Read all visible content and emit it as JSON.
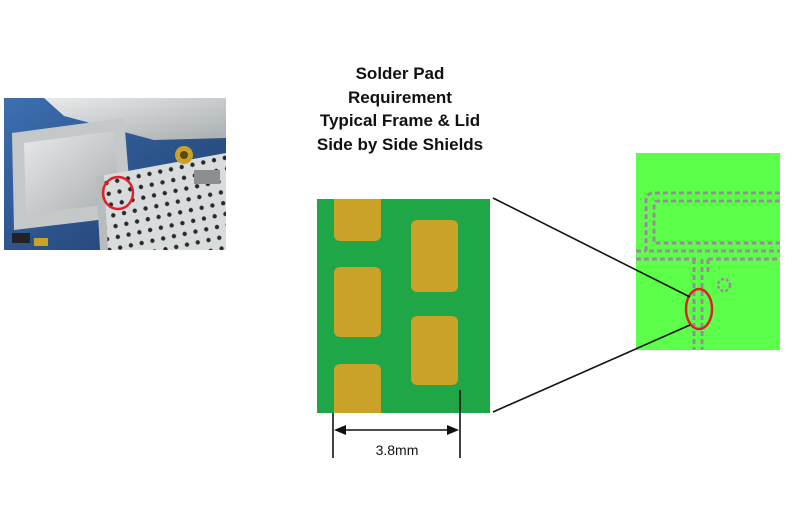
{
  "title_lines": [
    "Solder Pad",
    "Requirement",
    "Typical Frame & Lid",
    "Side by Side Shields"
  ],
  "dimension_label": "3.8mm",
  "colors": {
    "pcb_green": "#1fa646",
    "pad_gold": "#c9a227",
    "layout_green": "#5cff4a",
    "trace_gray": "#9a8a9a",
    "highlight_red": "#e0202a"
  },
  "icons": [
    "photo-of-shielded-pcb",
    "highlight-circle-red"
  ]
}
